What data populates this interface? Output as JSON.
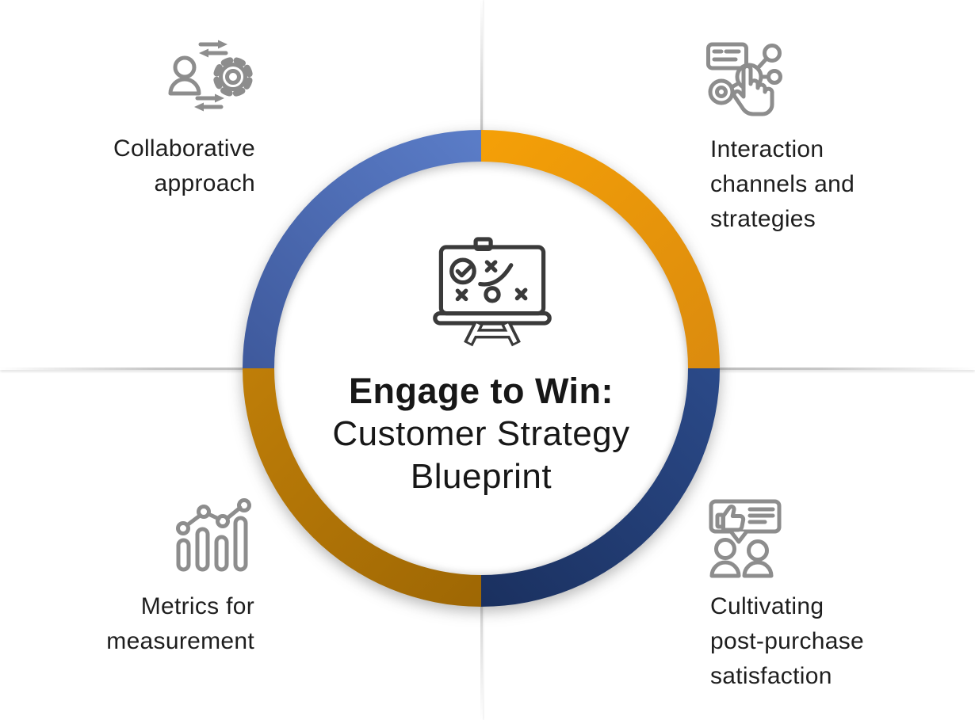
{
  "center": {
    "icon": "strategy-board-icon",
    "title_line1": "Engage to Win:",
    "title_line2": "Customer Strategy",
    "title_line3": "Blueprint"
  },
  "quadrants": {
    "top_left": {
      "icon": "person-gear-sync-icon",
      "lines": [
        "Collaborative",
        "approach"
      ]
    },
    "top_right": {
      "icon": "click-network-message-icon",
      "lines": [
        "Interaction",
        "channels and",
        "strategies"
      ]
    },
    "bottom_left": {
      "icon": "bar-chart-trend-icon",
      "lines": [
        "Metrics for",
        "measurement"
      ]
    },
    "bottom_right": {
      "icon": "feedback-people-icon",
      "lines": [
        "Cultivating",
        "post-purchase",
        "satisfaction"
      ]
    }
  },
  "colors": {
    "arc_top_left_blue": "#4f71bd",
    "arc_top_right_orange": "#ee990b",
    "arc_bottom_right_navy": "#223f78",
    "arc_bottom_left_amber": "#b0720a",
    "quadrant_icon_gray": "#8d8d8d",
    "center_icon_dark": "#3a3a3a",
    "text_dark": "#1e1e1e",
    "divider_gray": "#b2b2b2",
    "background": "#ffffff"
  }
}
